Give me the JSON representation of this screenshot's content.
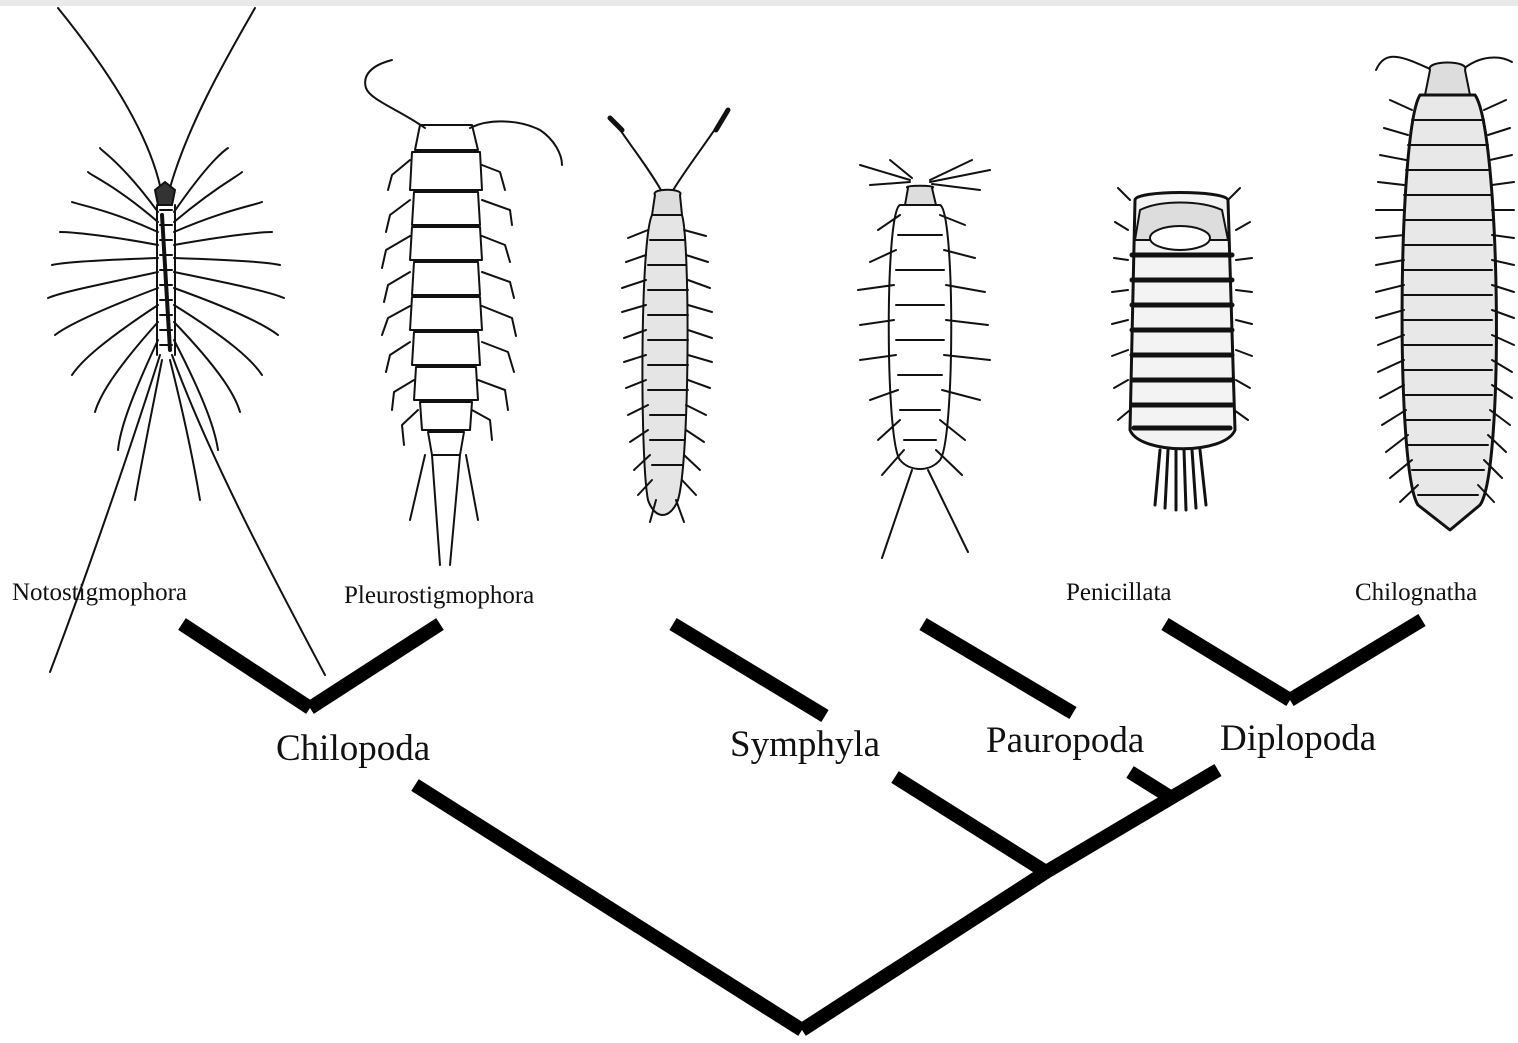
{
  "tree": {
    "line_color": "#000000",
    "taxa": [
      {
        "key": "notostigmophora",
        "label": "Notostigmophora"
      },
      {
        "key": "pleurostigmophora",
        "label": "Pleurostigmophora"
      },
      {
        "key": "penicillata",
        "label": "Penicillata"
      },
      {
        "key": "chilognatha",
        "label": "Chilognatha"
      }
    ],
    "clades": [
      {
        "key": "chilopoda",
        "label": "Chilopoda"
      },
      {
        "key": "symphyla",
        "label": "Symphyla"
      },
      {
        "key": "pauropoda",
        "label": "Pauropoda"
      },
      {
        "key": "diplopoda",
        "label": "Diplopoda"
      }
    ],
    "illustrations": [
      {
        "key": "notostigmophora-illustration",
        "depicts": "scutigeromorph centipede"
      },
      {
        "key": "pleurostigmophora-illustration",
        "depicts": "centipede"
      },
      {
        "key": "symphyla-illustration",
        "depicts": "symphylan"
      },
      {
        "key": "pauropoda-illustration",
        "depicts": "pauropod"
      },
      {
        "key": "penicillata-illustration",
        "depicts": "bristly millipede"
      },
      {
        "key": "chilognatha-illustration",
        "depicts": "millipede"
      }
    ]
  }
}
